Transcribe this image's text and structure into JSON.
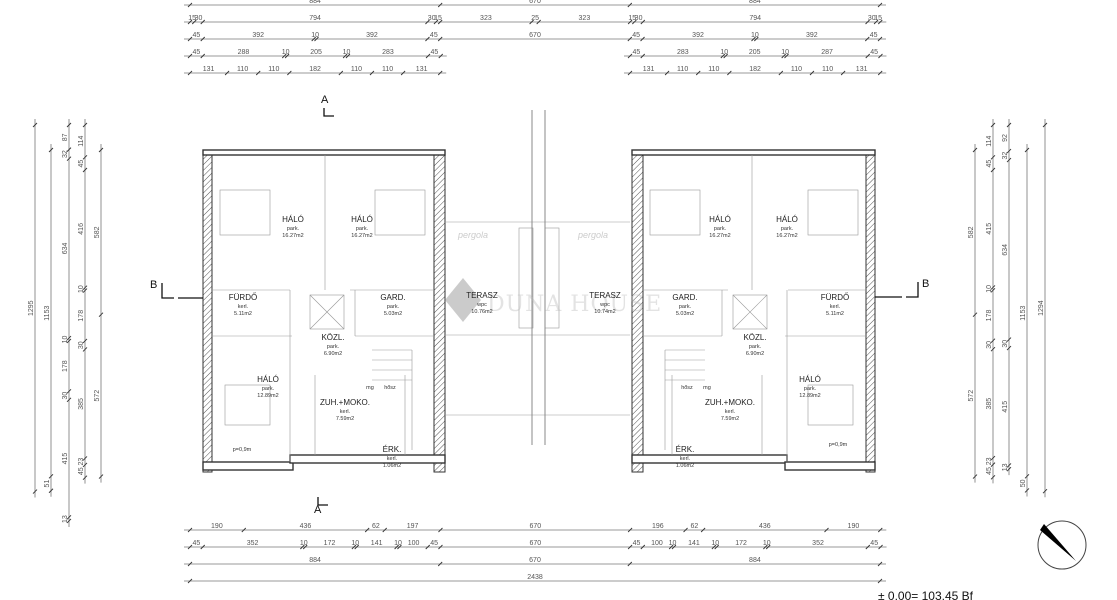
{
  "dimensions": {
    "top": [
      {
        "start": "left",
        "values": [
          884,
          670,
          884
        ]
      },
      {
        "start": "left",
        "values": [
          15,
          30,
          794,
          30,
          15,
          323,
          25,
          323,
          15,
          30,
          794,
          30,
          15
        ]
      },
      {
        "start": "left",
        "values": [
          45,
          392,
          10,
          392,
          45,
          670,
          45,
          392,
          10,
          392,
          45
        ]
      },
      {
        "start": "left",
        "values": [
          45,
          288,
          10,
          205,
          10,
          283,
          45
        ]
      },
      {
        "start": "right",
        "values": [
          45,
          283,
          10,
          205,
          10,
          287,
          45
        ]
      },
      {
        "start": "left",
        "values": [
          131,
          110,
          110,
          182,
          110,
          110,
          131
        ]
      },
      {
        "start": "right",
        "values": [
          131,
          110,
          110,
          182,
          110,
          110,
          131
        ]
      }
    ],
    "bottom": [
      {
        "values": [
          190,
          436,
          62,
          197,
          670,
          196,
          62,
          436,
          190
        ]
      },
      {
        "values": [
          45,
          352,
          10,
          172,
          10,
          141,
          10,
          100,
          45,
          670,
          45,
          100,
          10,
          141,
          10,
          172,
          10,
          352,
          45
        ]
      },
      {
        "values": [
          884,
          670,
          884
        ]
      },
      {
        "values": [
          2438
        ]
      }
    ],
    "left": [
      {
        "values": [
          1295
        ]
      },
      {
        "values": [
          1153,
          51
        ]
      },
      {
        "values": [
          87,
          32,
          634,
          10,
          178,
          30,
          415,
          13
        ]
      },
      {
        "values": [
          114,
          45,
          416,
          10,
          178,
          30,
          385,
          23,
          45
        ]
      },
      {
        "values": [
          582,
          572
        ]
      }
    ],
    "right": [
      {
        "values": [
          582,
          572
        ]
      },
      {
        "values": [
          114,
          45,
          415,
          10,
          178,
          30,
          385,
          23,
          45
        ]
      },
      {
        "values": [
          92,
          32,
          634,
          30,
          415,
          13
        ]
      },
      {
        "values": [
          1153,
          50
        ]
      },
      {
        "values": [
          1294
        ]
      }
    ]
  },
  "rooms": [
    {
      "name": "HÁLÓ",
      "floor": "park.",
      "area": "16.27m2"
    },
    {
      "name": "HÁLÓ",
      "floor": "park.",
      "area": "16.27m2"
    },
    {
      "name": "FÜRDŐ",
      "floor": "kerl.",
      "area": "5.11m2"
    },
    {
      "name": "GARD.",
      "floor": "park.",
      "area": "5.03m2"
    },
    {
      "name": "KÖZL.",
      "floor": "park.",
      "area": "6.90m2"
    },
    {
      "name": "HÁLÓ",
      "floor": "park.",
      "area": "12.89m2"
    },
    {
      "name": "ZUH.+MOKO.",
      "floor": "kerl.",
      "area": "7.59m2"
    },
    {
      "name": "ÉRK.",
      "floor": "kerl.",
      "area": "1.06m2"
    },
    {
      "name": "TERASZ",
      "floor": "wpc",
      "area": "10.76m2"
    },
    {
      "name": "TERASZ",
      "floor": "wpc",
      "area": "10.74m2"
    },
    {
      "name": "HÁLÓ",
      "floor": "park.",
      "area": "16.27m2"
    },
    {
      "name": "HÁLÓ",
      "floor": "park.",
      "area": "16.27m2"
    },
    {
      "name": "GARD.",
      "floor": "park.",
      "area": "5.03m2"
    },
    {
      "name": "FÜRDŐ",
      "floor": "kerl.",
      "area": "5.11m2"
    },
    {
      "name": "KÖZL.",
      "floor": "park.",
      "area": "6.90m2"
    },
    {
      "name": "HÁLÓ",
      "floor": "park.",
      "area": "12.89m2"
    },
    {
      "name": "ZUH.+MOKO.",
      "floor": "kerl.",
      "area": "7.59m2"
    },
    {
      "name": "ÉRK.",
      "floor": "kerl.",
      "area": "1.06m2"
    }
  ],
  "labels": {
    "pergola": "pergola",
    "parapet": "p=0,9m",
    "mg": "mg",
    "hosz": "hősz",
    "section_a": "A",
    "section_b": "B",
    "watermark": "DUNA HOUSE",
    "level": "± 0,00= 103,45  Bf"
  }
}
